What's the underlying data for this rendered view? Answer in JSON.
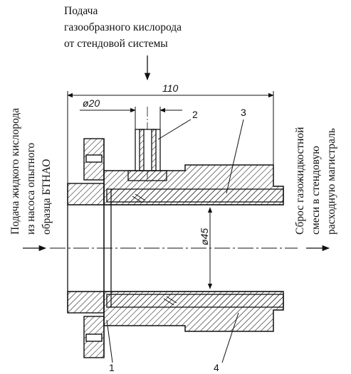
{
  "labels": {
    "top": [
      "Подача",
      "газообразного кислорода",
      "от стендовой системы"
    ],
    "left": [
      "Подача жидкого кислорода",
      "из насоса опытного",
      "образца БТНАО"
    ],
    "right": [
      "Сброс газожидкостной",
      "смеси в стендовую",
      "расходную магистраль"
    ]
  },
  "dimensions": {
    "length": "110",
    "inlet_diameter": "ø20",
    "bore_diameter": "ø45"
  },
  "callouts": [
    "1",
    "2",
    "3",
    "4"
  ]
}
